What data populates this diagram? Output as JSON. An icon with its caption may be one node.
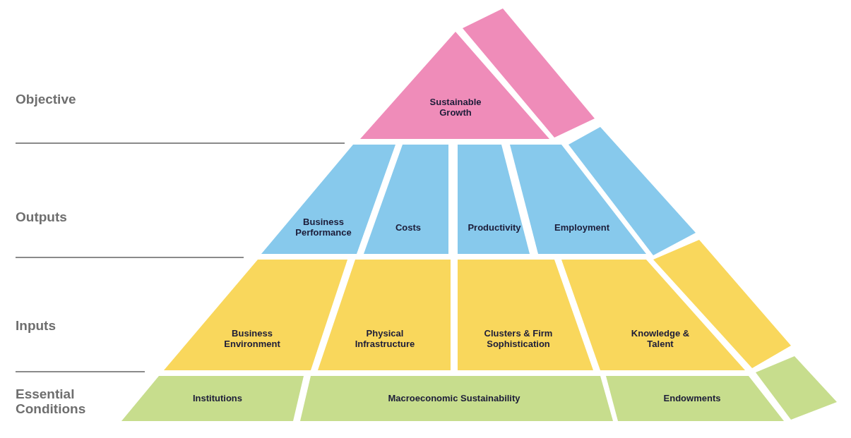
{
  "diagram": {
    "nodes": [
      {
        "text": [
          "Sustainable Growth"
        ]
      },
      {
        "text": [],
        "shape": "box"
      },
      {
        "text": [
          "Business Performance"
        ]
      },
      {
        "text": [
          "Costs"
        ]
      },
      {
        "text": [
          "Productivity"
        ]
      },
      {
        "text": [
          "Employment"
        ]
      },
      {
        "text": [],
        "shape": "box"
      },
      {
        "text": [
          "Business Environment"
        ]
      },
      {
        "text": [
          "Physical Infrastructure"
        ]
      },
      {
        "text": [
          "Clusters & Firm Sophistication"
        ]
      },
      {
        "text": [
          "Knowledge & Talent"
        ]
      },
      {
        "text": [],
        "shape": "box"
      },
      {
        "text": [
          "Institutions"
        ]
      },
      {
        "text": [
          "Macroeconomic Sustainability"
        ]
      },
      {
        "text": [
          "Endowments"
        ]
      },
      {
        "text": [],
        "shape": "box"
      }
    ],
    "labels": [
      "Objective",
      "Outputs",
      "Inputs",
      "Essential Conditions"
    ]
  }
}
